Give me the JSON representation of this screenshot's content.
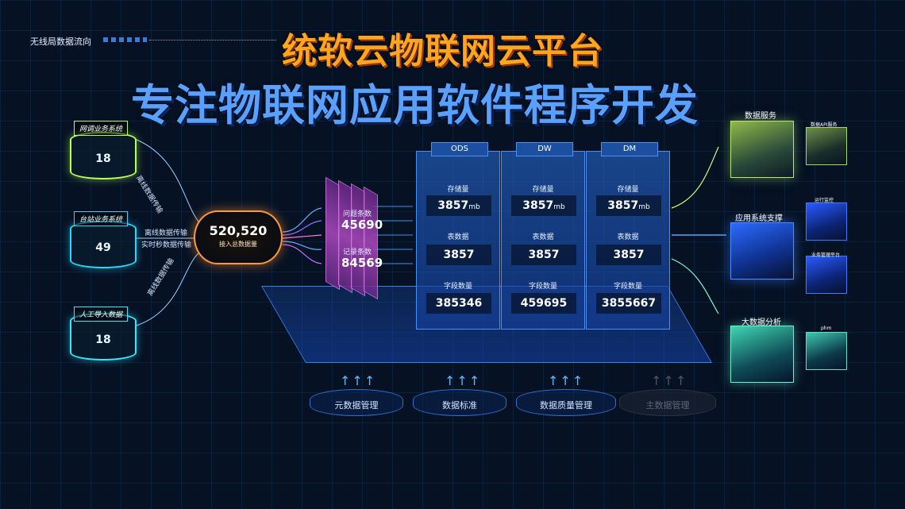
{
  "header": {
    "label": "无线局数据流向",
    "title_main": "统软云物联网云平台",
    "title_sub": "专注物联网应用软件程序开发"
  },
  "sources": [
    {
      "label": "网调业务系统",
      "value": "18",
      "color": "#b6ff5a"
    },
    {
      "label": "台站业务系统",
      "value": "49",
      "color": "#28d7ff"
    },
    {
      "label": "人工导入数据",
      "value": "18",
      "color": "#37e6ff"
    }
  ],
  "flows": {
    "top": "离线数据传输",
    "mid1": "离线数据传输",
    "mid2": "实时秒数据传输",
    "bottom": "离线数据传输"
  },
  "hub": {
    "value": "520,520",
    "label": "接入总数据量"
  },
  "stats": [
    {
      "label": "问题条数",
      "value": "45690"
    },
    {
      "label": "记录条数",
      "value": "84569"
    }
  ],
  "columns": [
    {
      "name": "ODS",
      "storage_label": "存储量",
      "storage": "3857",
      "unit": "mb",
      "table_label": "表数据",
      "table": "3857",
      "field_label": "字段数量",
      "field": "385346"
    },
    {
      "name": "DW",
      "storage_label": "存储量",
      "storage": "3857",
      "unit": "mb",
      "table_label": "表数据",
      "table": "3857",
      "field_label": "字段数量",
      "field": "459695"
    },
    {
      "name": "DM",
      "storage_label": "存储量",
      "storage": "3857",
      "unit": "mb",
      "table_label": "表数据",
      "table": "3857",
      "field_label": "字段数量",
      "field": "3855667"
    }
  ],
  "systems": [
    {
      "label": "元数据管理"
    },
    {
      "label": "数据标准"
    },
    {
      "label": "数据质量管理"
    },
    {
      "label": "主数据管理"
    }
  ],
  "services": {
    "data_service": "数据服务",
    "data_api": "数据API服务",
    "app_support": "应用系统支撑",
    "ops_monitor": "运行监控",
    "biz_mgmt": "业务管理平台",
    "big_data": "大数据分析",
    "phm": "phm"
  }
}
